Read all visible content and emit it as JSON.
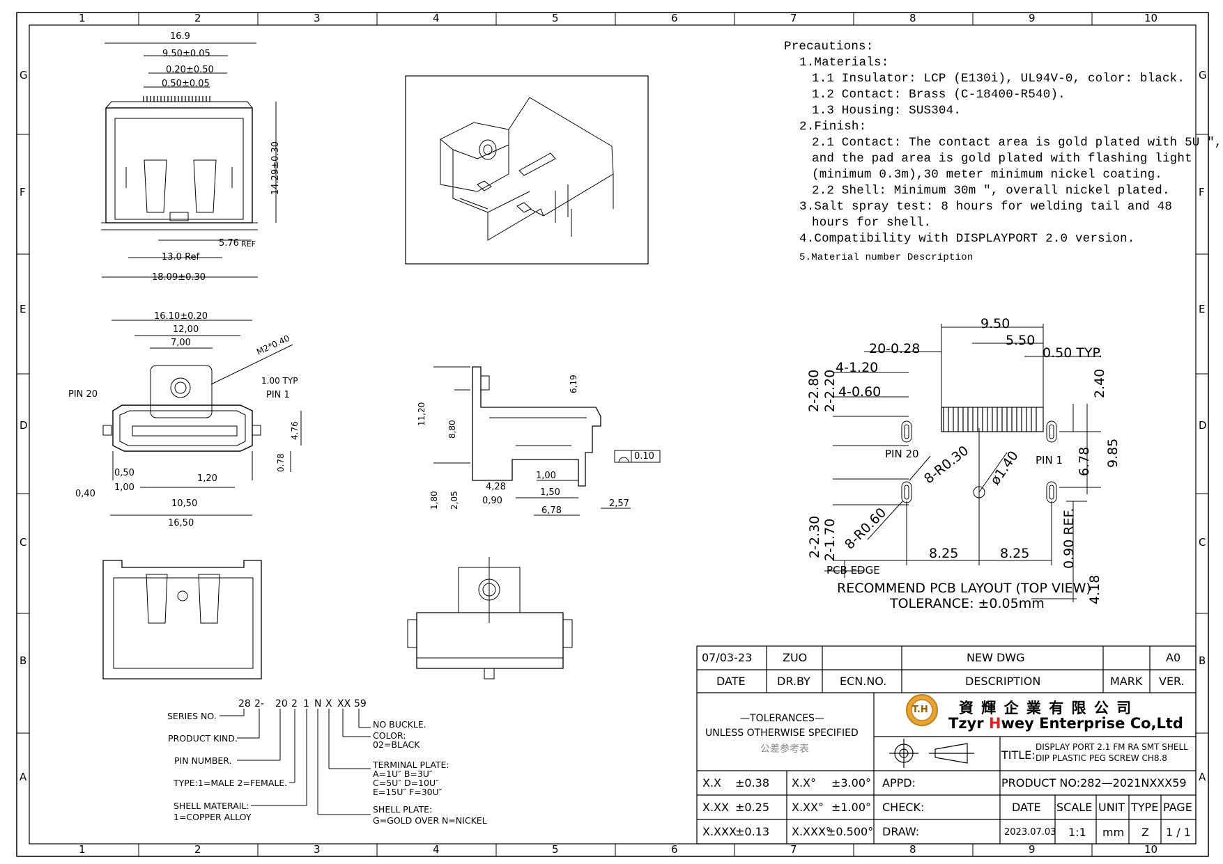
{
  "frame": {
    "columns": [
      "1",
      "2",
      "3",
      "4",
      "5",
      "6",
      "7",
      "8",
      "9",
      "10"
    ],
    "rows": [
      "G",
      "F",
      "E",
      "D",
      "C",
      "B",
      "A"
    ]
  },
  "precautions": {
    "heading": "Precautions:",
    "lines": [
      {
        "level": 1,
        "text": "1.Materials:"
      },
      {
        "level": 2,
        "text": "1.1 Insulator: LCP (E130i), UL94V-0, color: black."
      },
      {
        "level": 2,
        "text": "1.2 Contact: Brass (C-18400-R540)."
      },
      {
        "level": 2,
        "text": "1.3 Housing: SUS304."
      },
      {
        "level": 1,
        "text": "2.Finish:"
      },
      {
        "level": 2,
        "text": "2.1 Contact: The contact area is gold plated with 5U ″,"
      },
      {
        "level": 2,
        "text": "and the pad area is gold plated with flashing light"
      },
      {
        "level": 2,
        "text": "(minimum 0.3m),30 meter minimum nickel coating."
      },
      {
        "level": 2,
        "text": "2.2 Shell: Minimum 30m ″, overall nickel plated."
      },
      {
        "level": 1,
        "text": "3.Salt spray test: 8 hours for welding tail and 48"
      },
      {
        "level": 2,
        "text": "hours for shell."
      },
      {
        "level": 1,
        "text": "4.Compatibility with DISPLAYPORT 2.0 version."
      }
    ],
    "note5": "5.Material number Description"
  },
  "top_view": {
    "d1": "16.9",
    "d2": "9.50±0.05",
    "d3": "0.20±0.50",
    "d4": "0.50±0.05",
    "d5": "14.29±0.30",
    "d6": "5.76",
    "d6ref": "REF",
    "d7": "13.0  Ref",
    "d8": "18.09±0.30"
  },
  "front_view": {
    "d1": "16.10±0.20",
    "d2": "12,00",
    "d3": "7,00",
    "d4": "M2*0.40",
    "d5": "1.00  TYP",
    "pin20": "PIN  20",
    "pin1": "PIN  1",
    "d6": "4.76",
    "d7": "0.78",
    "d8": "0,50",
    "d9": "1,00",
    "d10": "1,20",
    "d11": "0,40",
    "d12": "10,50",
    "d13": "16,50"
  },
  "side_view": {
    "d1": "11,20",
    "d2": "8,80",
    "d3": "6,19",
    "flat": "0.10",
    "d4": "1,00",
    "d5": "4,28",
    "d6": "1,50",
    "d7": "0,90",
    "d8": "1,80",
    "d9": "2,05",
    "d10": "6,78",
    "d11": "2,57"
  },
  "pcb_layout": {
    "d1": "9.50",
    "d2": "5.50",
    "d3": "20-0.28",
    "d4": "0.50  TYP.",
    "d5": "4-1.20",
    "d6": "4-0.60",
    "d7": "2-2.80",
    "d8": "2-2.20",
    "d9": "2.40",
    "pin20": "PIN  20",
    "pin1": "PIN  1",
    "d10": "8-R0.30",
    "d11": "ø1.40",
    "d12": "6.78",
    "d13": "9.85",
    "d14": "8-R0.60",
    "d15": "2-2.30",
    "d16": "2-1.70",
    "d17": "8.25",
    "d18": "8.25",
    "d19": "0.90  REF.",
    "d20": "4.18",
    "pcb_edge": "PCB  EDGE",
    "caption": "RECOMMEND  PCB  LAYOUT  (TOP  VIEW)",
    "tolerance": "TOLERANCE:  ±0.05mm"
  },
  "part_code": {
    "code_parts": [
      "28",
      "2-",
      "20",
      "2",
      "1",
      "N",
      "X",
      "XX",
      "59"
    ],
    "series": "SERIES  NO.",
    "kind": "PRODUCT  KIND.",
    "pin": "PIN  NUMBER.",
    "type": "TYPE:1=MALE  2=FEMALE.",
    "shell_mat1": "SHELL  MATERAIL:",
    "shell_mat2": "1=COPPER  ALLOY",
    "no_buckle": "NO  BUCKLE.",
    "color1": "COLOR:",
    "color2": "02=BLACK",
    "term1": "TERMINAL  PLATE:",
    "term2": "A=1U″    B=3U″",
    "term3": "C=5U″    D=10U″",
    "term4": "E=15U″  F=30U″",
    "shellp1": "SHELL  PLATE:",
    "shellp2": "G=GOLD  OVER  N=NICKEL"
  },
  "title_block": {
    "rev_date": "07/03-23",
    "rev_by": "ZUO",
    "rev_desc": "NEW  DWG",
    "rev_ver": "A0",
    "h_date": "DATE",
    "h_drby": "DR.BY",
    "h_ecn": "ECN.NO.",
    "h_desc": "DESCRIPTION",
    "h_mark": "MARK",
    "h_ver": "VER.",
    "tol_title": "—TOLERANCES—",
    "tol_sub": "UNLESS  OTHERWISE  SPECIFIED",
    "tol_cn": "公差参考表",
    "company_logo": "T.H",
    "company_cn": "資 輝 企 業 有 限 公 司",
    "company_en_a": "Tzyr ",
    "company_en_h": "H",
    "company_en_b": "wey Enterprise Co,Ltd",
    "title_label": "TITLE:",
    "title_line1": "DISPLAY PORT 2.1 FM RA SMT SHELL",
    "title_line2": "DIP PLASTIC PEG SCREW CH8.8",
    "tol_rows": [
      {
        "a": "X.X",
        "b": "±0.38",
        "c": "X.X°",
        "d": "±3.00°",
        "e": "APPD:"
      },
      {
        "a": "X.XX",
        "b": "±0.25",
        "c": "X.XX°",
        "d": "±1.00°",
        "e": "CHECK:"
      },
      {
        "a": "X.XXX",
        "b": "±0.13",
        "c": "X.XXX°",
        "d": "±0.500°",
        "e": "DRAW:"
      }
    ],
    "product_no": "PRODUCT NO:282—2021NXXX59",
    "h2_date": "DATE",
    "h2_scale": "SCALE",
    "h2_unit": "UNIT",
    "h2_type": "TYPE",
    "h2_page": "PAGE",
    "v_date": "2023.07.03",
    "v_scale": "1:1",
    "v_unit": "mm",
    "v_type": "Z",
    "v_page": "1  /  1"
  }
}
